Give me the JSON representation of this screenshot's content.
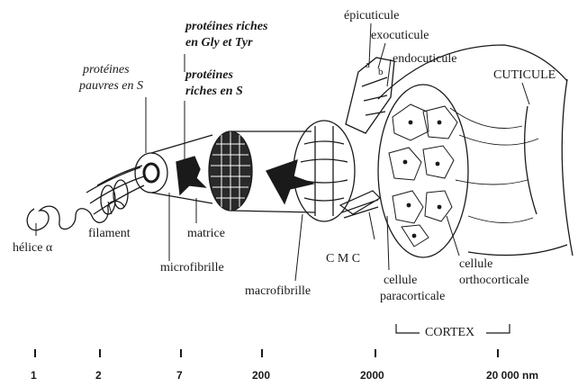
{
  "labels": {
    "helice": "hélice α",
    "filament": "filament",
    "prot_pauvres_1": "protéines",
    "prot_pauvres_2": "pauvres en S",
    "prot_gly_1": "protéines riches",
    "prot_gly_2": "en Gly et Tyr",
    "prot_riches_s_1": "protéines",
    "prot_riches_s_2": "riches en S",
    "microfibrille": "microfibrille",
    "matrice": "matrice",
    "macrofibrille": "macrofibrille",
    "cmc": "C M C",
    "epicuticule": "épicuticule",
    "exocuticule": "exocuticule",
    "endocuticule": "endocuticule",
    "a": "a",
    "b": "b",
    "cuticule": "CUTICULE",
    "paracorticale_1": "cellule",
    "paracorticale_2": "paracorticale",
    "orthocorticale_1": "cellule",
    "orthocorticale_2": "orthocorticale",
    "cortex": "CORTEX"
  },
  "scale": [
    "1",
    "2",
    "7",
    "200",
    "2000",
    "20 000 nm"
  ],
  "colors": {
    "ink": "#1a1a1a",
    "paper": "#ffffff",
    "shade": "#555555"
  }
}
